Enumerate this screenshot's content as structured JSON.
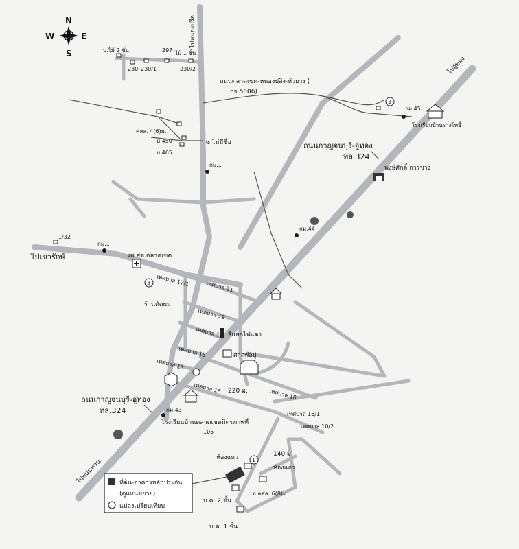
{
  "compass": {
    "n": "N",
    "s": "S",
    "e": "E",
    "w": "W"
  },
  "colors": {
    "road": "#b3b6ba",
    "text": "#111111",
    "parcel": "#333333",
    "background": "#f4f4f2"
  },
  "labels": {
    "to_nong_preu": "ไปหนองปรือ",
    "to_u_thong": "ไปอู่ทอง",
    "to_phanom_thuan": "ไปพนมทวน",
    "to_sao_rak": "ไปเขารักษ์",
    "road_talat_khet": "ถนนตลาดเขต-หนองปลิง-หัวยาง (",
    "road_talat_khet_code": "กจ.5006)",
    "road_kanchanaburi_uthong_1": "ถนนกาญจนบุรี-อู่ทอง",
    "road_324_1": "ทล.324",
    "road_kanchanaburi_uthong_2": "ถนนกาญจนบุรี-อู่ทอง",
    "road_324_2": "ทล.324",
    "ban_mai_2": "บ.ไม้ 2 ชั้น",
    "n297": "297",
    "wood_1": "ไม้ 1 ชั้น",
    "n230": "230",
    "n230_1": "230/1",
    "n230_2": "230/2",
    "kl4": "คสล. 4(6)ม.",
    "n450": "บ.450",
    "n465": "บ.465",
    "no_wood": "ซ.ไม่มีชื่อ",
    "km1_top": "กม.1",
    "km45": "กม.45",
    "school_top": "โรงเรียนบ้านรางโพธิ์",
    "shop": "พงษ์ศักดิ์ การช่าง",
    "km44": "กม.44",
    "n132": "1/32",
    "km1_left": "กม.1",
    "hospital": "รพ.สต.ตลาดเขต",
    "tessaban_17_1": "เทศบาล 17/1",
    "tessaban_21": "เทศบาล 21",
    "barber": "ร้านตัดผม",
    "tessaban_19": "เทศบาล 19",
    "tessaban_17": "เทศบาล 17",
    "traffic_light": "สี่แยกไฟแดง",
    "tessaban_15": "เทศบาล 15",
    "shrine": "ศาลพ่อปู่",
    "tessaban_13": "เทศบาล 13",
    "dist_220": "220 ม.",
    "tessaban_16": "เทศบาล 16",
    "tessaban_18": "เทศบาล 18",
    "km43": "กม.43",
    "school_bottom": "โรงเรียนบ้านตลาดเขตมิตรภาพที่",
    "school_bottom_no": "105",
    "tessaban_16_1": "เทศบาล 16/1",
    "tessaban_10_2": "เทศบาล 10/2",
    "shophouse_1": "ห้องแถว",
    "dist_140": "140 ม.",
    "shophouse_2": "ห้องแถว",
    "road_kl6": "ถ.คสล. 6(8)ม.",
    "house_2": "บ.ค. 2 ชั้น",
    "house_1": "บ.ค. 1 ชั้น",
    "marker_3_top": "3",
    "marker_3_left": "3",
    "marker_1": "1"
  },
  "legend": {
    "item1": "ที่ดิน-อาคารหลักประกัน",
    "item1_sub": "(ดูแบนขยาย)",
    "item2": "แปลงเปรียบเทียบ"
  }
}
